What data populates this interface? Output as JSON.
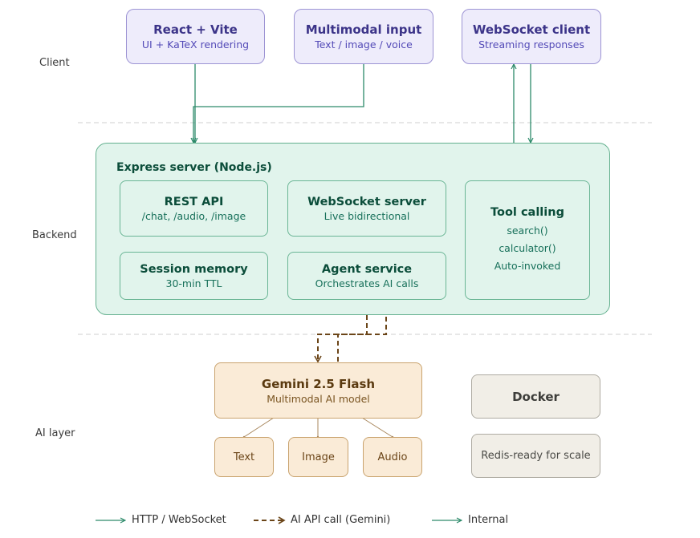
{
  "layers": {
    "client": "Client",
    "backend": "Backend",
    "ai": "AI layer"
  },
  "client_boxes": [
    {
      "title": "React + Vite",
      "subtitle": "UI + KaTeX rendering"
    },
    {
      "title": "Multimodal input",
      "subtitle": "Text / image / voice"
    },
    {
      "title": "WebSocket client",
      "subtitle": "Streaming responses"
    }
  ],
  "backend": {
    "title": "Express server (Node.js)",
    "rest_api": {
      "title": "REST API",
      "subtitle": "/chat, /audio, /image"
    },
    "websocket_server": {
      "title": "WebSocket server",
      "subtitle": "Live bidirectional"
    },
    "session_memory": {
      "title": "Session memory",
      "subtitle": "30-min TTL"
    },
    "agent_service": {
      "title": "Agent service",
      "subtitle": "Orchestrates AI calls"
    },
    "tool_calling": {
      "title": "Tool calling",
      "lines": [
        "search()",
        "calculator()",
        "Auto-invoked"
      ]
    }
  },
  "ai_layer": {
    "model": {
      "title": "Gemini 2.5 Flash",
      "subtitle": "Multimodal AI model"
    },
    "modalities": [
      "Text",
      "Image",
      "Audio"
    ],
    "docker": "Docker",
    "redis": "Redis-ready for scale"
  },
  "legend": [
    {
      "label": "HTTP / WebSocket",
      "style": "solid",
      "color": "#2d8a6a"
    },
    {
      "label": "AI API call (Gemini)",
      "style": "dashed",
      "color": "#6b4518"
    },
    {
      "label": "Internal",
      "style": "solid",
      "color": "#2d8a6a"
    }
  ],
  "colors": {
    "client": "#eeecfb",
    "backend": "#e1f4ec",
    "ai": "#faebd7",
    "infra": "#f1eee7",
    "flow": "#2d8a6a",
    "ai_call": "#6b4518"
  }
}
